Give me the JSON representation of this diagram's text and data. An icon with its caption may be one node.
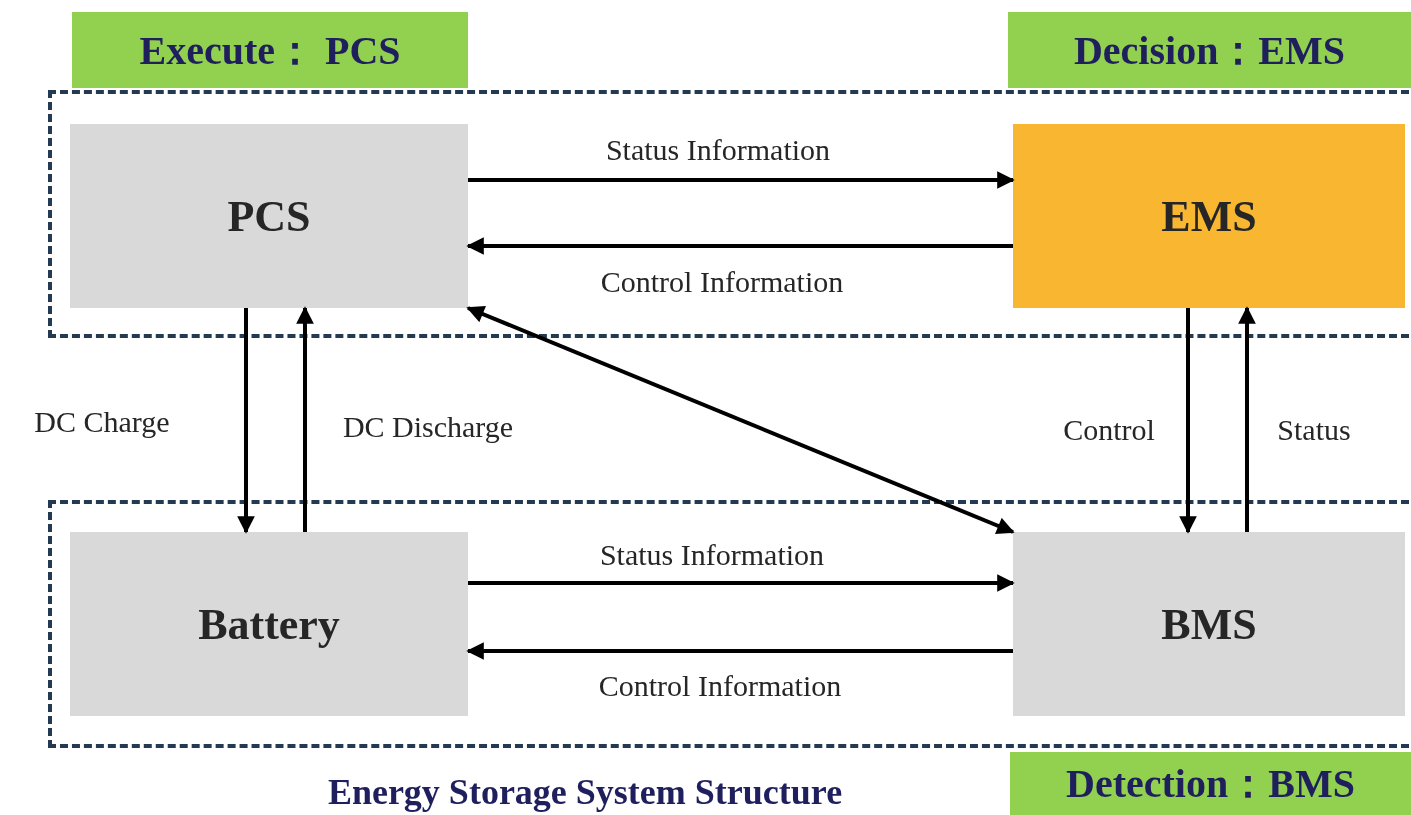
{
  "diagram": {
    "caption": "Energy Storage System Structure",
    "nodes": [
      {
        "text": [
          "Execute： PCS"
        ]
      },
      {
        "text": [
          "Decision：EMS"
        ]
      },
      {
        "text": [],
        "shape": "box"
      },
      {
        "text": [
          "PCS"
        ],
        "in": 2
      },
      {
        "text": [
          "EMS"
        ],
        "in": 2
      },
      {
        "text": [],
        "shape": "box"
      },
      {
        "text": [
          "Battery"
        ],
        "in": 5
      },
      {
        "text": [
          "BMS"
        ],
        "in": 5
      },
      {
        "text": [
          "Detection：BMS"
        ]
      }
    ],
    "edges": [
      {
        "from": 3,
        "to": 4,
        "arrow": "to",
        "label": "Status Information"
      },
      {
        "from": 4,
        "to": 3,
        "arrow": "to",
        "label": "Control Information"
      },
      {
        "from": 3,
        "to": 6,
        "arrow": "to",
        "label": "DC Charge"
      },
      {
        "from": 6,
        "to": 3,
        "arrow": "to",
        "label": "DC Discharge"
      },
      {
        "from": 3,
        "to": 7,
        "arrow": "both"
      },
      {
        "from": 4,
        "to": 7,
        "arrow": "to",
        "label": "Control"
      },
      {
        "from": 7,
        "to": 4,
        "arrow": "to",
        "label": "Status"
      },
      {
        "from": 6,
        "to": 7,
        "arrow": "to",
        "label": "Status Information"
      },
      {
        "from": 7,
        "to": 6,
        "arrow": "to",
        "label": "Control Information"
      }
    ]
  }
}
